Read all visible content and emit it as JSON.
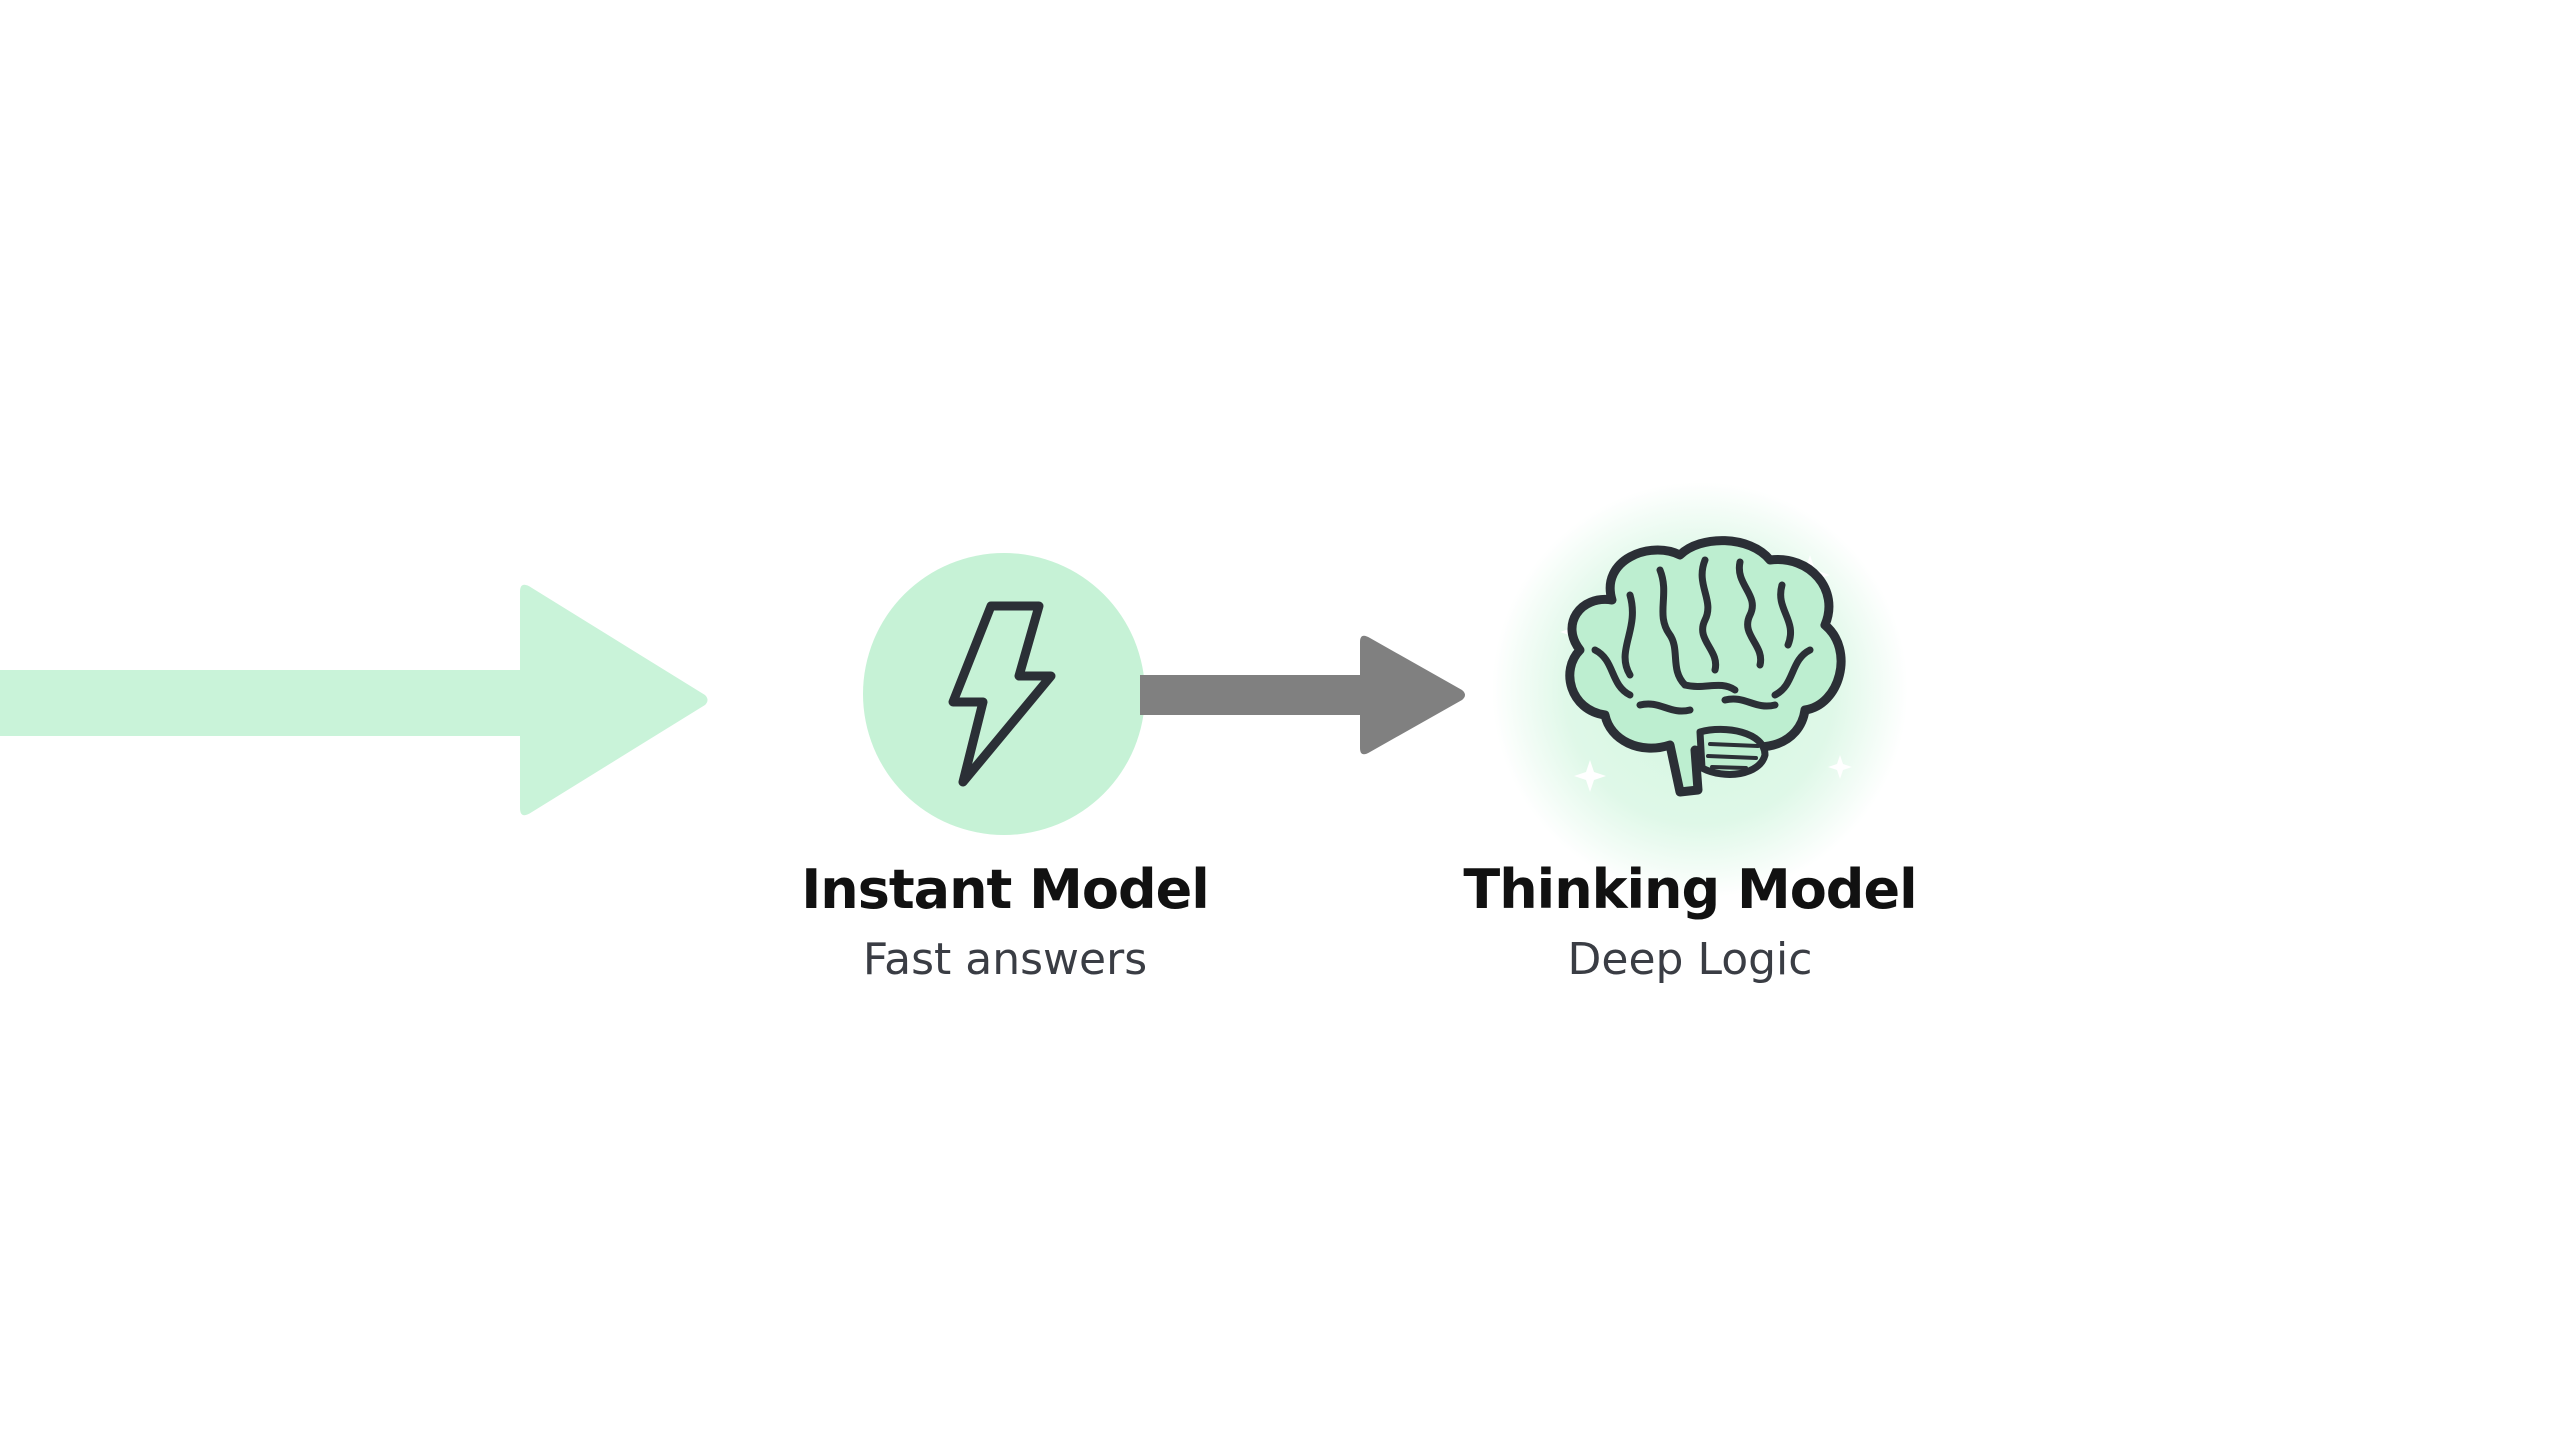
{
  "colors": {
    "mint": "#c9f3d9",
    "mint_circle": "#c6f2d6",
    "glow": "#d3f6e0",
    "connector_gray": "#808080",
    "icon_stroke": "#2b2f36",
    "brain_fill": "#bdeed0"
  },
  "nodes": [
    {
      "icon": "lightning-bolt-icon",
      "title": "Instant Model",
      "subtitle": "Fast answers"
    },
    {
      "icon": "brain-icon",
      "title": "Thinking Model",
      "subtitle": "Deep Logic"
    }
  ]
}
